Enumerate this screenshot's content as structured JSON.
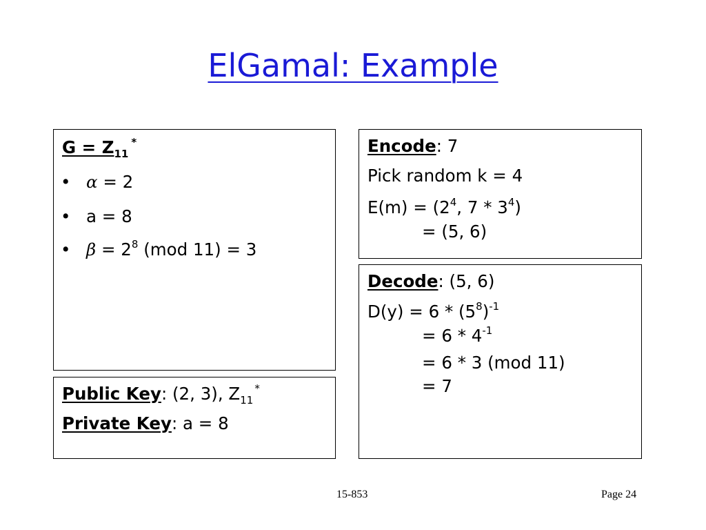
{
  "title": "ElGamal: Example",
  "group_box": {
    "heading": "G = Z",
    "heading_sub": "11",
    "heading_sup": "*",
    "bullet": "•",
    "items": [
      {
        "symbol": "α",
        "text": " = 2"
      },
      {
        "symbol": "",
        "text": "a  = 8"
      },
      {
        "symbol": "β",
        "text": " = 2",
        "sup": "8",
        "after": " (mod 11) = 3"
      }
    ]
  },
  "keys_box": {
    "public_label": "Public Key",
    "public_value": ": (2, 3), Z",
    "public_sub": "11",
    "public_sup": "*",
    "private_label": "Private Key",
    "private_value": ": a = 8"
  },
  "encode_box": {
    "label": "Encode",
    "value": ": 7",
    "line2": "Pick random k = 4",
    "line3_a": "E(m) = (2",
    "line3_sup1": "4",
    "line3_b": ", 7 * 3",
    "line3_sup2": "4",
    "line3_c": ")",
    "line4": "= (5, 6)"
  },
  "decode_box": {
    "label": "Decode",
    "value": ": (5, 6)",
    "line2_a": "D(y) = 6 * (5",
    "line2_sup1": "8",
    "line2_b": ")",
    "line2_sup2": "-1",
    "line3_a": "= 6 * 4",
    "line3_sup": "-1",
    "line4": "= 6 * 3 (mod 11)",
    "line5": "= 7"
  },
  "footer": {
    "course": "15-853",
    "page": "Page 24"
  }
}
